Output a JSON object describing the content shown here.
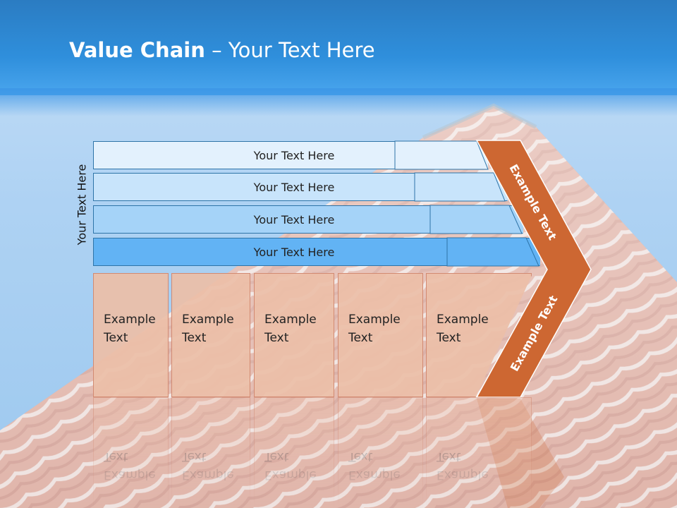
{
  "title": {
    "bold": "Value Chain",
    "rest": " – Your Text Here"
  },
  "side_label": "Your Text Here",
  "rows": [
    {
      "label": "Your Text Here",
      "color": "#e3f1fd"
    },
    {
      "label": "Your Text Here",
      "color": "#c8e4fb"
    },
    {
      "label": "Your Text Here",
      "color": "#a5d3f8"
    },
    {
      "label": "Your Text Here",
      "color": "#62b3f4"
    }
  ],
  "boxes": [
    {
      "line1": "Example",
      "line2": "Text"
    },
    {
      "line1": "Example",
      "line2": "Text"
    },
    {
      "line1": "Example",
      "line2": "Text"
    },
    {
      "line1": "Example",
      "line2": "Text"
    },
    {
      "line1": "Example",
      "line2": "Text"
    }
  ],
  "chevron": {
    "upper_text": "Example Text",
    "lower_text": "Example Text",
    "color": "#cd6732"
  }
}
